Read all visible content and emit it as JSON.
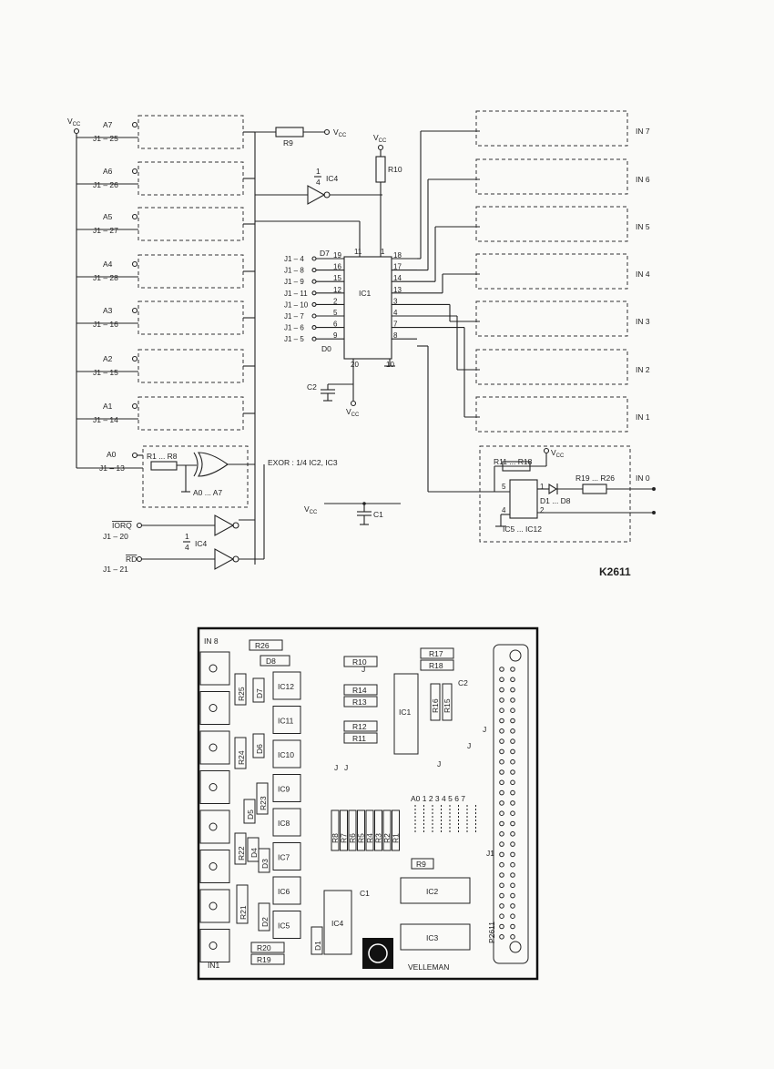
{
  "schematic": {
    "vcc_label": "V",
    "vcc_sub": "CC",
    "address_inputs": [
      {
        "addr": "A7",
        "pin": "J1 – 25"
      },
      {
        "addr": "A6",
        "pin": "J1 – 26"
      },
      {
        "addr": "A5",
        "pin": "J1 – 27"
      },
      {
        "addr": "A4",
        "pin": "J1 – 28"
      },
      {
        "addr": "A3",
        "pin": "J1 – 16"
      },
      {
        "addr": "A2",
        "pin": "J1 – 15"
      },
      {
        "addr": "A1",
        "pin": "J1 – 14"
      },
      {
        "addr": "A0",
        "pin": "J1 – 13"
      }
    ],
    "r9": "R9",
    "r10": "R10",
    "ic4_top": "IC4",
    "frac_num": "1",
    "frac_den": "4",
    "ic1": "IC1",
    "data_pins": [
      {
        "j": "J1 – 4",
        "n": "19"
      },
      {
        "j": "J1 – 8",
        "n": "16"
      },
      {
        "j": "J1 – 9",
        "n": "15"
      },
      {
        "j": "J1 – 11",
        "n": "12"
      },
      {
        "j": "J1 – 10",
        "n": "2"
      },
      {
        "j": "J1 – 7",
        "n": "5"
      },
      {
        "j": "J1 – 6",
        "n": "6"
      },
      {
        "j": "J1 – 5",
        "n": "9"
      }
    ],
    "d7": "D7",
    "d0": "D0",
    "ic1_top_pins": [
      "11",
      "1"
    ],
    "ic1_bottom_pins": [
      "20",
      "10"
    ],
    "ic1_right_pins": [
      "18",
      "17",
      "14",
      "13",
      "3",
      "4",
      "7",
      "8"
    ],
    "c2": "C2",
    "c1": "C1",
    "inputs": [
      "IN 7",
      "IN 6",
      "IN 5",
      "IN 4",
      "IN 3",
      "IN 2",
      "IN 1"
    ],
    "r1r8": "R1 ... R8",
    "a0a7": "A0 ... A7",
    "exor_prefix": "EXOR :",
    "exor_suffix": "IC2, IC3",
    "iorq": "IORQ",
    "iorq_pin": "J1 – 20",
    "rd": "RD",
    "rd_pin": "J1 – 21",
    "ic4_bottom": "IC4",
    "r11r18": "R11 ... R18",
    "r19r26": "R19 ... R26",
    "d1d8": "D1 ... D8",
    "in0": "IN 0",
    "ic5ic12": "IC5 ... IC12",
    "opto_pins": [
      "5",
      "4",
      "1",
      "2"
    ],
    "kit_code": "K2611"
  },
  "pcb": {
    "in8": "IN 8",
    "in1": "IN1",
    "r26": "R26",
    "d8": "D8",
    "r25": "R25",
    "d7": "D7",
    "r24": "R24",
    "d6": "D6",
    "r23": "R23",
    "d5": "D5",
    "r22": "R22",
    "d4": "D4",
    "d3": "D3",
    "r21": "R21",
    "d2": "D2",
    "r20": "R20",
    "r19": "R19",
    "d1": "D1",
    "ics_col": [
      "IC12",
      "IC11",
      "IC10",
      "IC9",
      "IC8",
      "IC7",
      "IC6",
      "IC5"
    ],
    "r10": "R10",
    "r14": "R14",
    "r13": "R13",
    "r12": "R12",
    "r11": "R11",
    "r17": "R17",
    "r18": "R18",
    "c2": "C2",
    "ic1": "IC1",
    "r16": "R16",
    "r15": "R15",
    "j": "J",
    "addr_header": "A0 1 2 3 4 5 6 7",
    "rpack": [
      "R8",
      "R7",
      "R6",
      "R5",
      "R4",
      "R3",
      "R2",
      "R1"
    ],
    "r9": "R9",
    "c1": "C1",
    "ic2": "IC2",
    "ic3": "IC3",
    "ic4": "IC4",
    "j1": "J1",
    "board": "P2611",
    "brand": "VELLEMAN"
  }
}
